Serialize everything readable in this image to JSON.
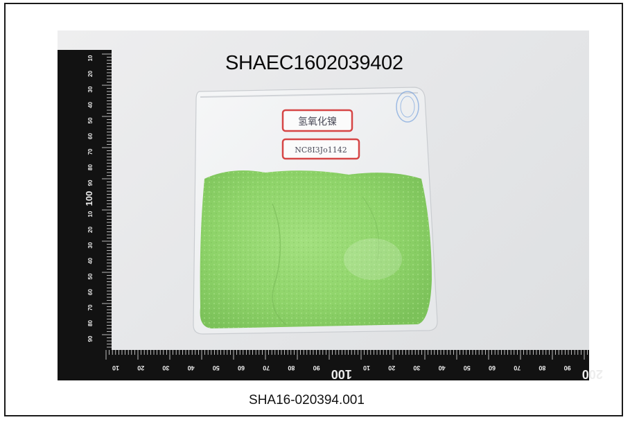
{
  "photo": {
    "sample_id": "SHAEC1602039402",
    "caption": "SHA16-020394.001",
    "bag_label_top": "氢氧化镍",
    "bag_label_bottom": "NC8I3Jo1142",
    "ruler_vertical_numbers": [
      "10",
      "20",
      "30",
      "40",
      "50",
      "60",
      "70",
      "80",
      "90",
      "100",
      "10",
      "20",
      "30",
      "40",
      "50",
      "60",
      "70",
      "80",
      "90"
    ],
    "ruler_horizontal_numbers": [
      "10",
      "20",
      "30",
      "40",
      "50",
      "60",
      "70",
      "80",
      "90",
      "100",
      "10",
      "20",
      "30",
      "40",
      "50",
      "60",
      "70",
      "80",
      "90",
      "200"
    ],
    "colors": {
      "powder": "#8fd46a",
      "ruler": "#121212",
      "label_border": "#d64545",
      "background": "#e6e7e9"
    }
  }
}
